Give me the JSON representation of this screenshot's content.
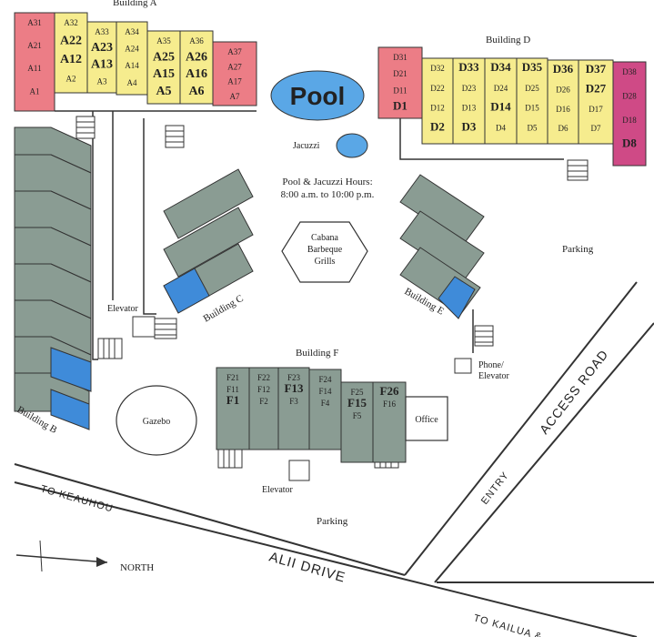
{
  "colors": {
    "yellow": "#f6ec8e",
    "pink": "#ec7d86",
    "magenta": "#cf4a86",
    "gray_green": "#8a9c93",
    "blue": "#3f8bd9",
    "pool": "#5aa7e6"
  },
  "pool": {
    "label": "Pool"
  },
  "jacuzzi": {
    "label": "Jacuzzi"
  },
  "hours": {
    "line1": "Pool & Jacuzzi Hours:",
    "line2": "8:00 a.m. to 10:00 p.m."
  },
  "cabana": {
    "line1": "Cabana",
    "line2": "Barbeque",
    "line3": "Grills"
  },
  "gazebo": {
    "label": "Gazebo"
  },
  "office": {
    "label": "Office"
  },
  "parking": {
    "east": "Parking",
    "south": "Parking"
  },
  "elevators": {
    "west": "Elevator",
    "south": "Elevator",
    "phone_line1": "Phone/",
    "phone_line2": "Elevator"
  },
  "roads": {
    "access_road": "ACCESS ROAD",
    "entry": "ENTRY",
    "alii": "ALII DRIVE",
    "keauhou": "TO KEAUHOU",
    "kailua": "TO KAILUA & ..."
  },
  "north": {
    "label": "NORTH"
  },
  "building_a": {
    "label": "Building A",
    "columns": [
      {
        "color": "pink",
        "units": [
          "A31",
          "A21",
          "A11",
          "A1"
        ]
      },
      {
        "color": "yellow",
        "units": [
          "A32",
          "A22",
          "A12",
          "A2"
        ]
      },
      {
        "color": "yellow",
        "units": [
          "A33",
          "A23",
          "A13",
          "A3"
        ]
      },
      {
        "color": "yellow",
        "units": [
          "A34",
          "A24",
          "A14",
          "A4"
        ]
      },
      {
        "color": "yellow",
        "units": [
          "A35",
          "A25",
          "A15",
          "A5"
        ]
      },
      {
        "color": "yellow",
        "units": [
          "A36",
          "A26",
          "A16",
          "A6"
        ]
      },
      {
        "color": "pink",
        "units": [
          "A37",
          "A27",
          "A17",
          "A7"
        ]
      }
    ]
  },
  "building_d": {
    "label": "Building D",
    "columns": [
      {
        "color": "pink",
        "units": [
          "D31",
          "D21",
          "D11",
          "D1"
        ]
      },
      {
        "color": "yellow",
        "units": [
          "D32",
          "D22",
          "D12",
          "D2"
        ]
      },
      {
        "color": "yellow",
        "units": [
          "D33",
          "D23",
          "D13",
          "D3"
        ]
      },
      {
        "color": "yellow",
        "units": [
          "D34",
          "D24",
          "D14",
          "D4"
        ]
      },
      {
        "color": "yellow",
        "units": [
          "D35",
          "D25",
          "D15",
          "D5"
        ]
      },
      {
        "color": "yellow",
        "units": [
          "D36",
          "D26",
          "D16",
          "D6"
        ]
      },
      {
        "color": "yellow",
        "units": [
          "D37",
          "D27",
          "D17",
          "D7"
        ]
      },
      {
        "color": "magenta",
        "units": [
          "D38",
          "D28",
          "D18",
          "D8"
        ]
      }
    ]
  },
  "building_f": {
    "label": "Building F",
    "columns": [
      {
        "units": [
          "F21",
          "F11",
          "F1"
        ]
      },
      {
        "units": [
          "F22",
          "F12",
          "F2"
        ]
      },
      {
        "units": [
          "F23",
          "F13",
          "F3"
        ]
      },
      {
        "units": [
          "F24",
          "F14",
          "F4"
        ]
      },
      {
        "units": [
          "F25",
          "F15",
          "F5"
        ]
      },
      {
        "units": [
          "F26",
          "F16"
        ]
      }
    ]
  },
  "building_b": {
    "label": "Building B"
  },
  "building_c": {
    "label": "Building C"
  },
  "building_e": {
    "label": "Building E"
  }
}
